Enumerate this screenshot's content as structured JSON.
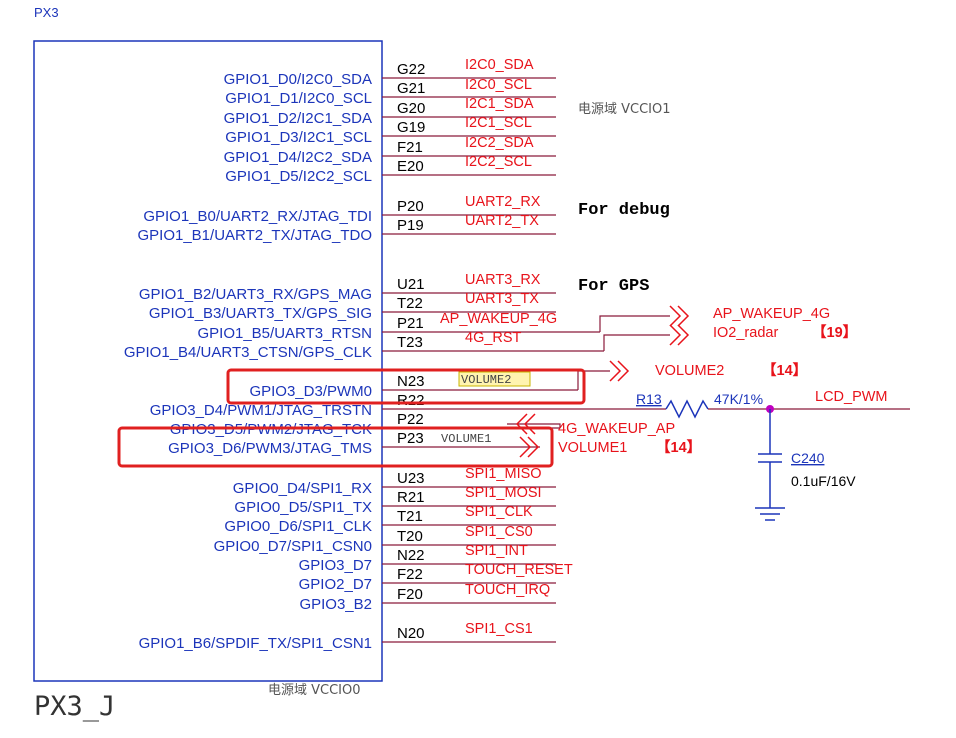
{
  "header": "PX3",
  "part_name": "PX3_J",
  "power_domain_top": "电源域 VCCIO1",
  "power_domain_bottom": "电源域 VCCIO0",
  "signals": [
    "GPIO1_D0/I2C0_SDA",
    "GPIO1_D1/I2C0_SCL",
    "GPIO1_D2/I2C1_SDA",
    "GPIO1_D3/I2C1_SCL",
    "GPIO1_D4/I2C2_SDA",
    "GPIO1_D5/I2C2_SCL",
    "GPIO1_B0/UART2_RX/JTAG_TDI",
    "GPIO1_B1/UART2_TX/JTAG_TDO",
    "GPIO1_B2/UART3_RX/GPS_MAG",
    "GPIO1_B3/UART3_TX/GPS_SIG",
    "GPIO1_B5/UART3_RTSN",
    "GPIO1_B4/UART3_CTSN/GPS_CLK",
    "GPIO3_D3/PWM0",
    "GPIO3_D4/PWM1/JTAG_TRSTN",
    "GPIO3_D5/PWM2/JTAG_TCK",
    "GPIO3_D6/PWM3/JTAG_TMS",
    "GPIO0_D4/SPI1_RX",
    "GPIO0_D5/SPI1_TX",
    "GPIO0_D6/SPI1_CLK",
    "GPIO0_D7/SPI1_CSN0",
    "GPIO3_D7",
    "GPIO2_D7",
    "GPIO3_B2",
    "GPIO1_B6/SPDIF_TX/SPI1_CSN1"
  ],
  "pins": [
    "G22",
    "G21",
    "G20",
    "G19",
    "F21",
    "E20",
    "P20",
    "P19",
    "U21",
    "T22",
    "P21",
    "T23",
    "N23",
    "R22",
    "P22",
    "P23",
    "U23",
    "R21",
    "T21",
    "T20",
    "N22",
    "F22",
    "F20",
    "N20"
  ],
  "nets": [
    "I2C0_SDA",
    "I2C0_SCL",
    "I2C1_SDA",
    "I2C1_SCL",
    "I2C2_SDA",
    "I2C2_SCL",
    "UART2_RX",
    "UART2_TX",
    "UART3_RX",
    "UART3_TX",
    "AP_WAKEUP_4G",
    "4G_RST",
    "SPI1_MISO",
    "SPI1_MOSI",
    "SPI1_CLK",
    "SPI1_CS0",
    "SPI1_INT",
    "TOUCH_RESET",
    "TOUCH_IRQ",
    "SPI1_CS1"
  ],
  "notes": {
    "debug": "For debug",
    "gps": "For GPS"
  },
  "offpage": {
    "ap_wakeup": "AP_WAKEUP_4G",
    "io2_radar": "IO2_radar",
    "io2_ref": "【19】",
    "volume2": "VOLUME2",
    "volume2_ref": "【14】",
    "wakeup_ap": "4G_WAKEUP_AP",
    "volume1": "VOLUME1",
    "volume1_ref": "【14】"
  },
  "net_labels": {
    "volume2_tag": "VOLUME2",
    "volume1_tag": "VOLUME1"
  },
  "resistor": {
    "ref": "R13",
    "value": "47K/1%",
    "net": "LCD_PWM"
  },
  "capacitor": {
    "ref": "C240",
    "value": "0.1uF/16V"
  },
  "colors": {
    "blue": "#1c35ba",
    "red": "#e8131b",
    "wire": "#8b1a3b",
    "highlight": "#e02020",
    "junction": "#c000c0"
  }
}
